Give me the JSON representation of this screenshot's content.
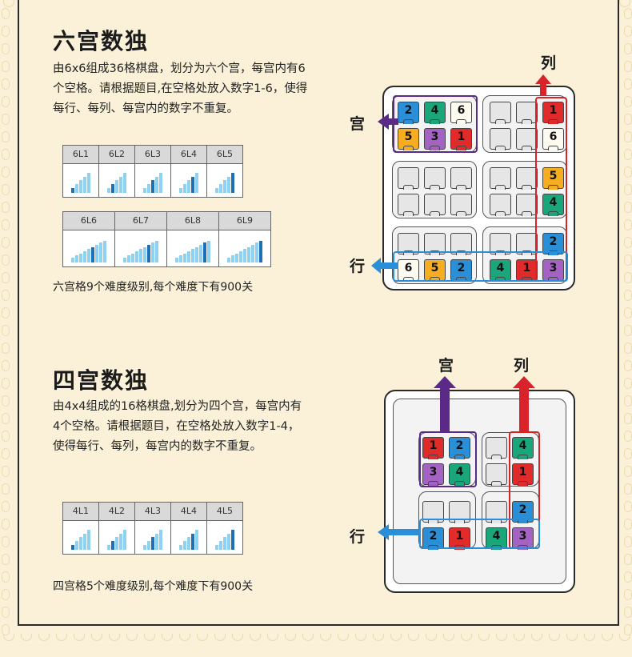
{
  "six": {
    "title": "六宫数独",
    "desc": "由6x6组成36格棋盘，划分为六个宫，每宫内有6个空格。请根据题目,在空格处放入数字1-6，使得每行、每列、每宫内的数字不重复。",
    "levels_row1": [
      {
        "label": "6L1",
        "level": 1
      },
      {
        "label": "6L2",
        "level": 2
      },
      {
        "label": "6L3",
        "level": 3
      },
      {
        "label": "6L4",
        "level": 4
      },
      {
        "label": "6L5",
        "level": 5
      }
    ],
    "levels_row2": [
      {
        "label": "6L6",
        "level": 6
      },
      {
        "label": "6L7",
        "level": 7
      },
      {
        "label": "6L8",
        "level": 8
      },
      {
        "label": "6L9",
        "level": 9
      }
    ],
    "caption": "六宫格9个难度级别,每个难度下有900关",
    "labels": {
      "box": "宫",
      "col": "列",
      "row": "行"
    },
    "grid": [
      [
        [
          "2",
          "blue"
        ],
        [
          "4",
          "green"
        ],
        [
          "6",
          "white"
        ],
        [
          "",
          "empty"
        ],
        [
          "",
          "empty"
        ],
        [
          "1",
          "red"
        ]
      ],
      [
        [
          "5",
          "orange"
        ],
        [
          "3",
          "purple"
        ],
        [
          "1",
          "red"
        ],
        [
          "",
          "empty"
        ],
        [
          "",
          "empty"
        ],
        [
          "6",
          "white"
        ]
      ],
      [
        [
          "",
          "empty"
        ],
        [
          "",
          "empty"
        ],
        [
          "",
          "empty"
        ],
        [
          "",
          "empty"
        ],
        [
          "",
          "empty"
        ],
        [
          "5",
          "orange"
        ]
      ],
      [
        [
          "",
          "empty"
        ],
        [
          "",
          "empty"
        ],
        [
          "",
          "empty"
        ],
        [
          "",
          "empty"
        ],
        [
          "",
          "empty"
        ],
        [
          "4",
          "green"
        ]
      ],
      [
        [
          "",
          "empty"
        ],
        [
          "",
          "empty"
        ],
        [
          "",
          "empty"
        ],
        [
          "",
          "empty"
        ],
        [
          "",
          "empty"
        ],
        [
          "2",
          "blue"
        ]
      ],
      [
        [
          "6",
          "white"
        ],
        [
          "5",
          "orange"
        ],
        [
          "2",
          "blue"
        ],
        [
          "4",
          "green"
        ],
        [
          "1",
          "red"
        ],
        [
          "3",
          "purple"
        ]
      ]
    ]
  },
  "four": {
    "title": "四宫数独",
    "desc": "由4x4组成的16格棋盘,划分为四个宫，每宫内有4个空格。请根据题目，在空格处放入数字1-4，使得每行、每列，每宫内的数字不重复。",
    "levels": [
      {
        "label": "4L1",
        "level": 1
      },
      {
        "label": "4L2",
        "level": 2
      },
      {
        "label": "4L3",
        "level": 3
      },
      {
        "label": "4L4",
        "level": 4
      },
      {
        "label": "4L5",
        "level": 5
      }
    ],
    "caption": "四宫格5个难度级别,每个难度下有900关",
    "labels": {
      "box": "宫",
      "col": "列",
      "row": "行"
    },
    "grid": [
      [
        [
          "1",
          "red"
        ],
        [
          "2",
          "blue"
        ],
        [
          "",
          "empty"
        ],
        [
          "4",
          "green"
        ]
      ],
      [
        [
          "3",
          "purple"
        ],
        [
          "4",
          "green"
        ],
        [
          "",
          "empty"
        ],
        [
          "1",
          "red"
        ]
      ],
      [
        [
          "",
          "empty"
        ],
        [
          "",
          "empty"
        ],
        [
          "",
          "empty"
        ],
        [
          "2",
          "blue"
        ]
      ],
      [
        [
          "2",
          "blue"
        ],
        [
          "1",
          "red"
        ],
        [
          "4",
          "green"
        ],
        [
          "3",
          "purple"
        ]
      ]
    ]
  },
  "colors": {
    "box": "#5b2a86",
    "col": "#d8232a",
    "row": "#2a8fd6",
    "bar_light": "#8fd1f0",
    "bar_dark": "#1f6fb5"
  }
}
